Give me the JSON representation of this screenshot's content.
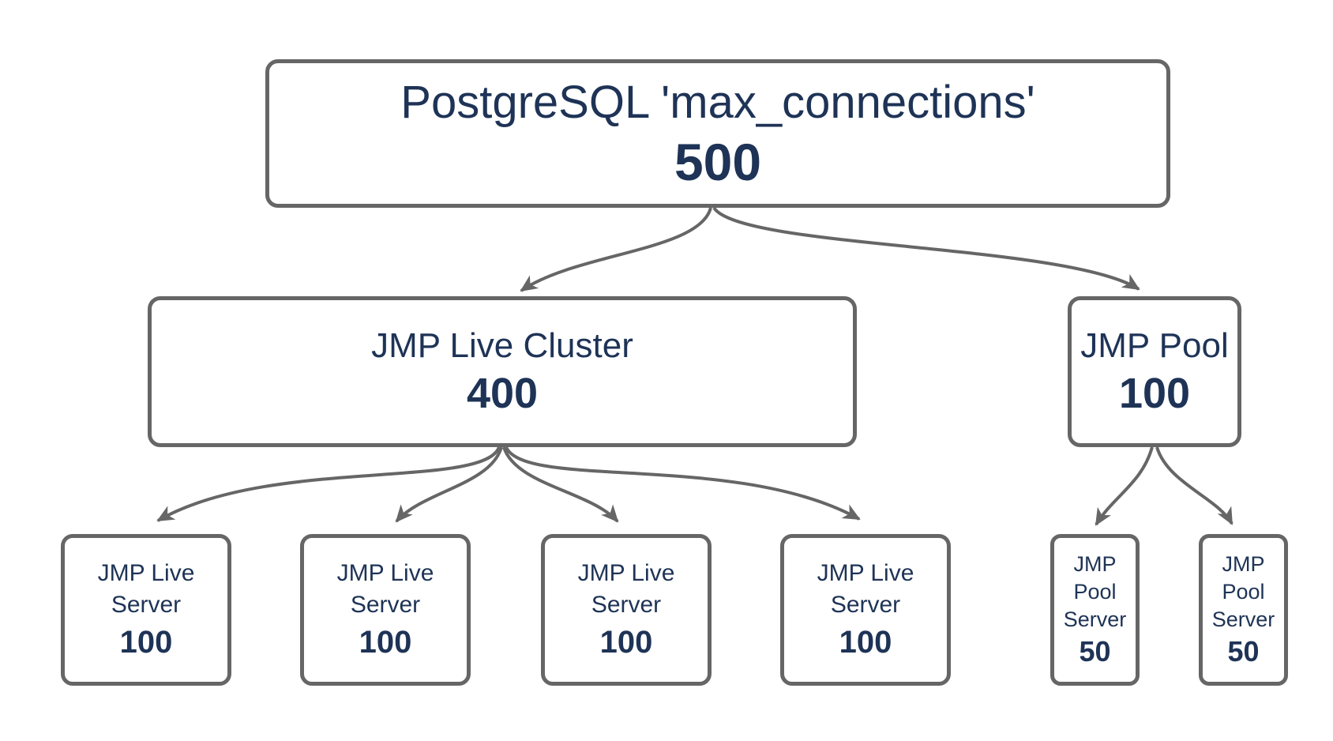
{
  "colors": {
    "line": "#666666",
    "text": "#1e3356",
    "background": "#ffffff"
  },
  "nodes": {
    "root": {
      "label": "PostgreSQL 'max_connections'",
      "value": "500"
    },
    "cluster": {
      "label": "JMP Live Cluster",
      "value": "400"
    },
    "pool": {
      "label": "JMP Pool",
      "value": "100"
    },
    "servers": [
      {
        "label": "JMP Live Server",
        "value": "100"
      },
      {
        "label": "JMP Live Server",
        "value": "100"
      },
      {
        "label": "JMP Live Server",
        "value": "100"
      },
      {
        "label": "JMP Live Server",
        "value": "100"
      }
    ],
    "pool_servers": [
      {
        "label": "JMP Pool Server",
        "value": "50"
      },
      {
        "label": "JMP Pool Server",
        "value": "50"
      }
    ]
  },
  "edges": [
    {
      "from": "root",
      "to": "cluster"
    },
    {
      "from": "root",
      "to": "pool"
    },
    {
      "from": "cluster",
      "to": "server-1"
    },
    {
      "from": "cluster",
      "to": "server-2"
    },
    {
      "from": "cluster",
      "to": "server-3"
    },
    {
      "from": "cluster",
      "to": "server-4"
    },
    {
      "from": "pool",
      "to": "pool-server-1"
    },
    {
      "from": "pool",
      "to": "pool-server-2"
    }
  ]
}
